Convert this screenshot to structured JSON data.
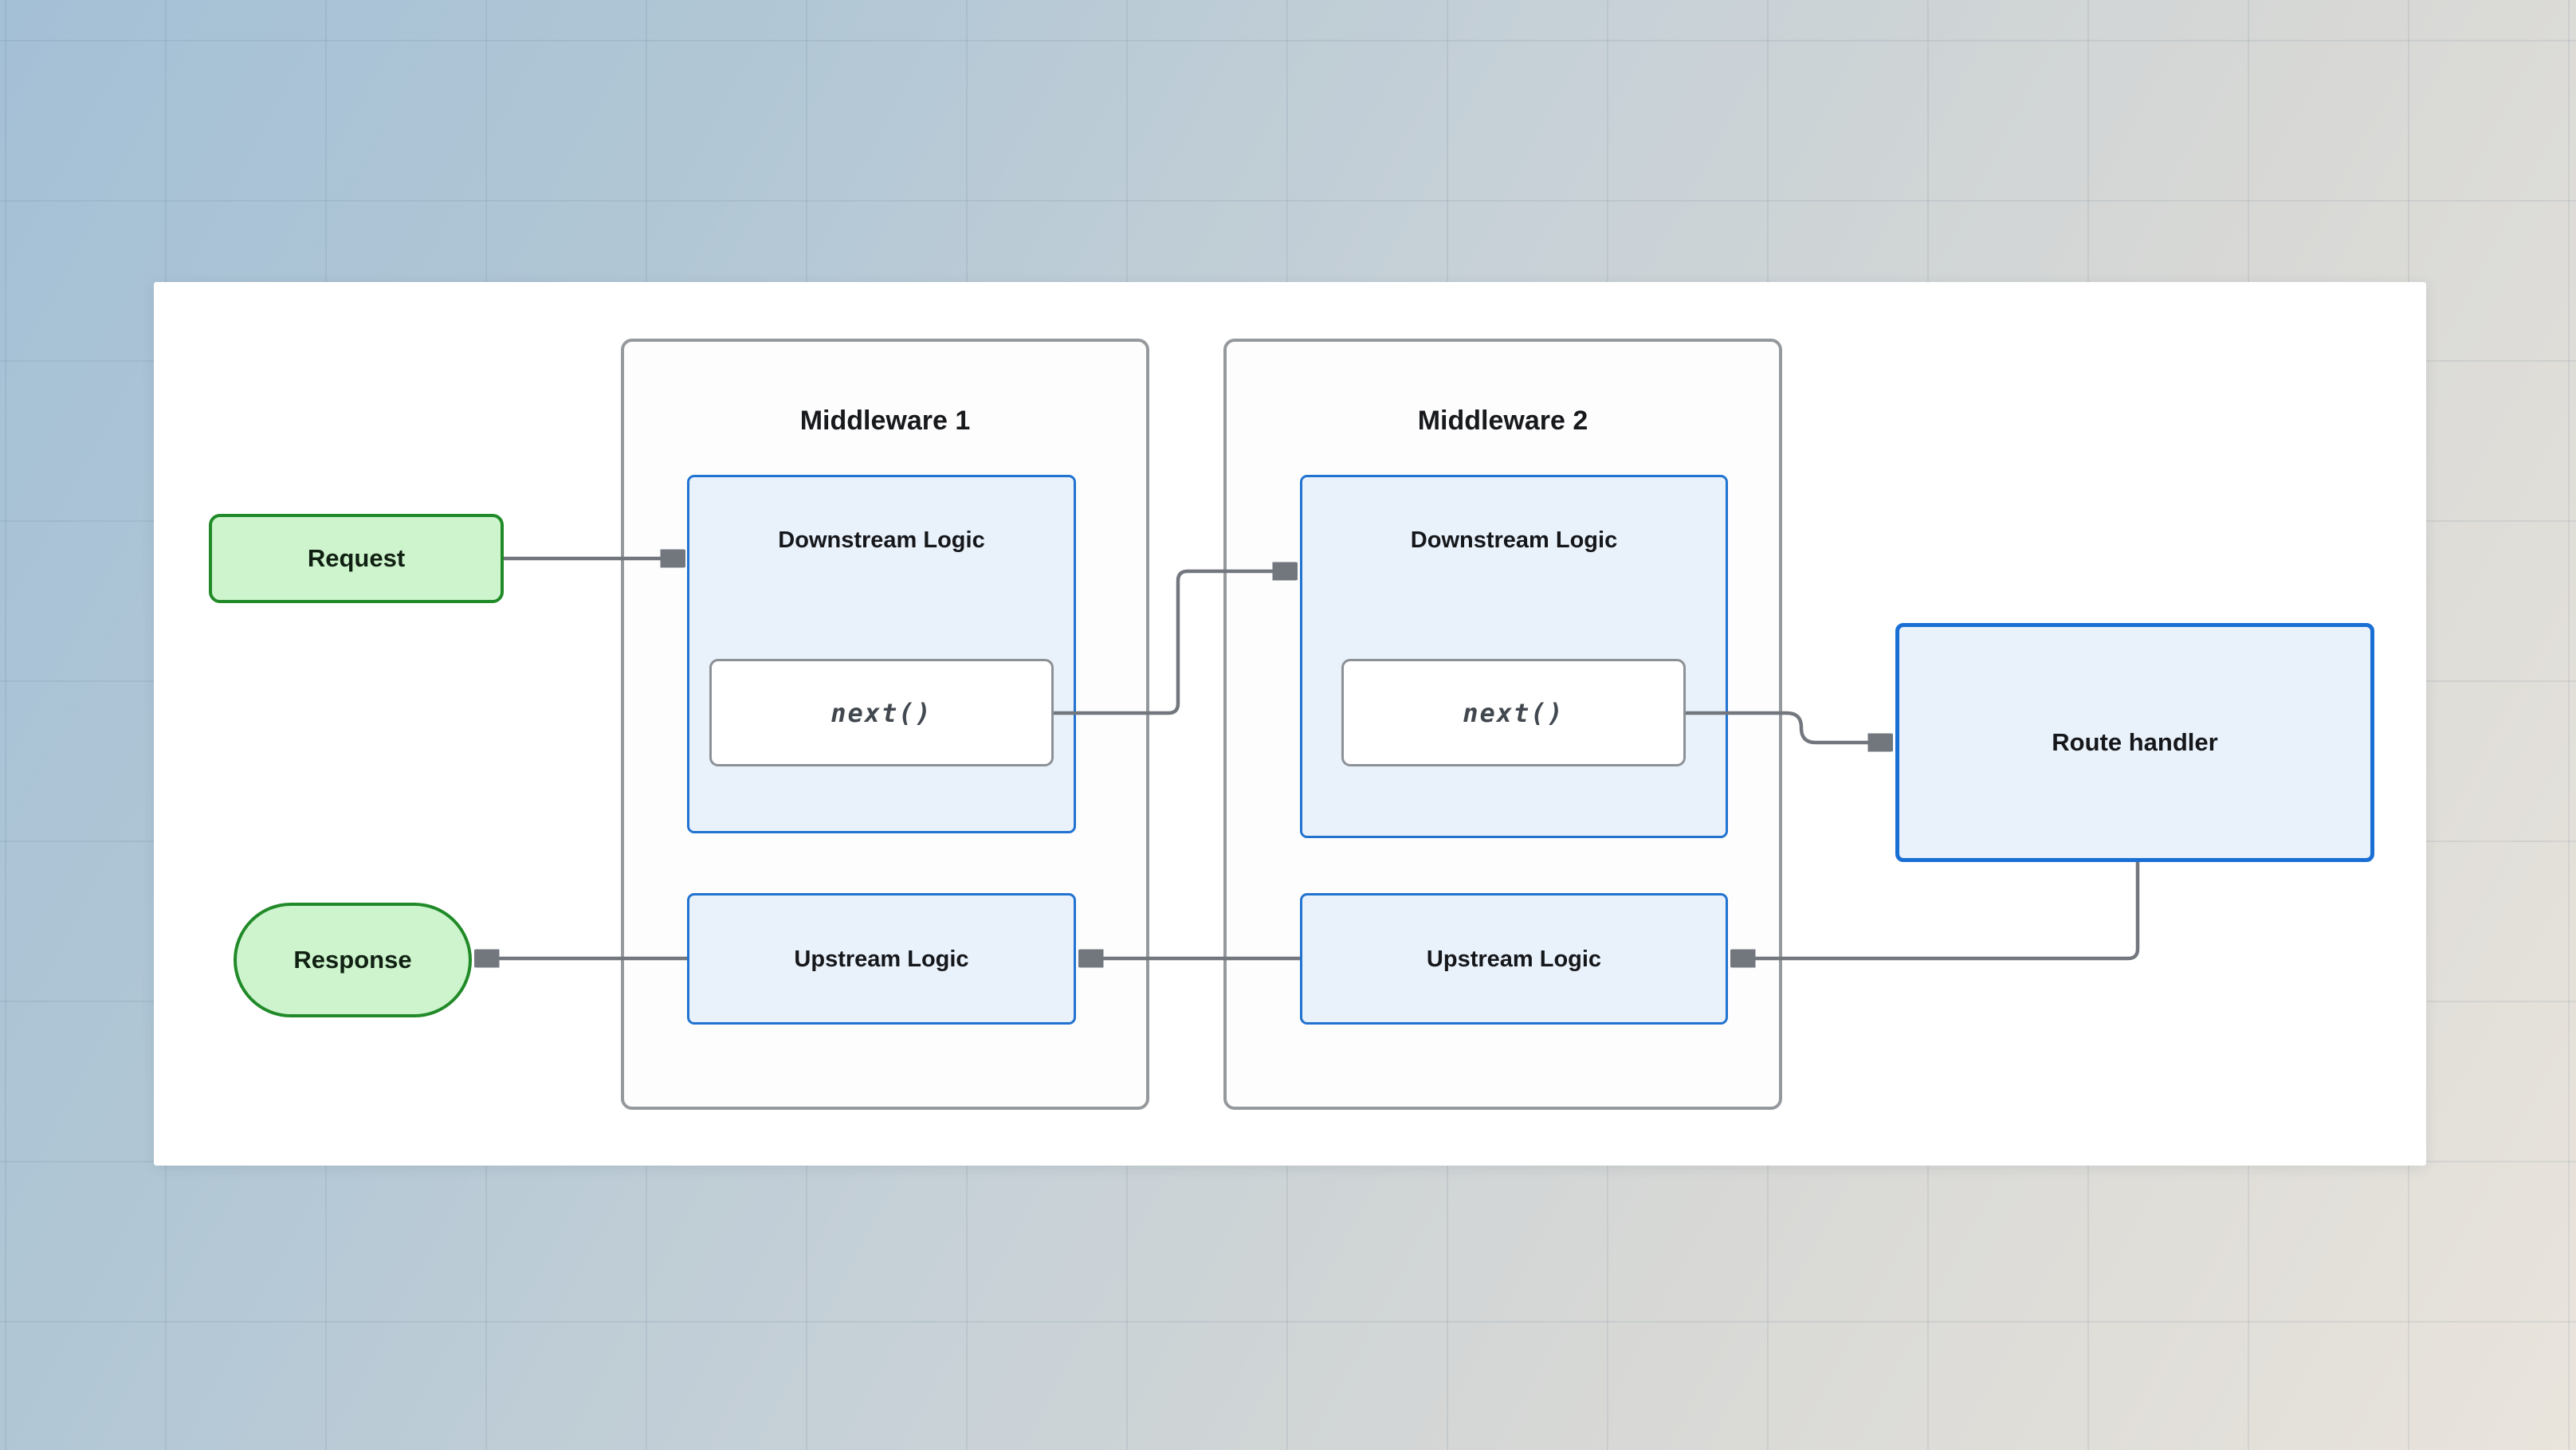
{
  "diagram": {
    "request": {
      "label": "Request"
    },
    "response": {
      "label": "Response"
    },
    "middleware1": {
      "title": "Middleware 1",
      "downstream_label": "Downstream Logic",
      "next_label": "next()",
      "upstream_label": "Upstream Logic"
    },
    "middleware2": {
      "title": "Middleware 2",
      "downstream_label": "Downstream Logic",
      "next_label": "next()",
      "upstream_label": "Upstream Logic"
    },
    "route_handler": {
      "label": "Route handler"
    },
    "colors": {
      "terminal_fill": "#cdf4cc",
      "terminal_border": "#218a28",
      "panel_fill": "#e9f1fb",
      "panel_border": "#2273cf",
      "route_handler_border": "#1a6fd4",
      "group_border": "#95989c",
      "next_box_border": "#8c9196",
      "connector": "#72777d",
      "canvas": "#ffffff",
      "background_top_left": "#a4c0d6",
      "background_bottom_right": "#e9e4dc"
    }
  }
}
